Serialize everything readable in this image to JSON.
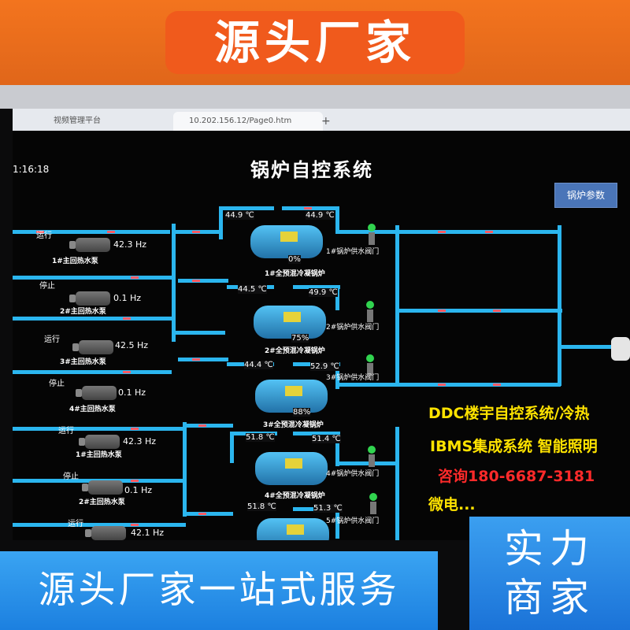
{
  "banner_top": "源头厂家",
  "browser": {
    "tabs": [
      {
        "label": "视频管理平台"
      },
      {
        "label": "10.202.156.12/Page0.htm"
      }
    ]
  },
  "screen": {
    "title": "锅炉自控系统",
    "clock": "1:16:18",
    "param_button": "锅炉参数",
    "pumps": [
      {
        "status": "运行",
        "freq": "42.3 Hz",
        "label": "1#主回热水泵"
      },
      {
        "status": "停止",
        "freq": "0.1 Hz",
        "label": "2#主回热水泵"
      },
      {
        "status": "运行",
        "freq": "42.5 Hz",
        "label": "3#主回热水泵"
      },
      {
        "status": "停止",
        "freq": "0.1 Hz",
        "label": "4#主回热水泵"
      },
      {
        "status": "运行",
        "freq": "42.3 Hz",
        "label": "1#主回热水泵"
      },
      {
        "status": "停止",
        "freq": "0.1 Hz",
        "label": "2#主回热水泵"
      },
      {
        "status": "运行",
        "freq": "42.1 Hz",
        "label": ""
      }
    ],
    "boilers": [
      {
        "in": "44.9 ℃",
        "out": "44.9 ℃",
        "label": "1#全预混冷凝锅炉",
        "valve": "1#锅炉供水阀门",
        "reading": "0%"
      },
      {
        "in": "44.5 ℃",
        "out": "49.9 ℃",
        "label": "2#全预混冷凝锅炉",
        "valve": "2#锅炉供水阀门",
        "reading": "75%"
      },
      {
        "in": "44.4 ℃",
        "out": "52.9 ℃",
        "label": "3#全预混冷凝锅炉",
        "valve": "3#锅炉供水阀门",
        "reading": "88%"
      },
      {
        "in": "51.8 ℃",
        "out": "51.4 ℃",
        "label": "4#全预混冷凝锅炉",
        "valve": "4#锅炉供水阀门",
        "reading": ""
      },
      {
        "in": "51.8 ℃",
        "out": "51.3 ℃",
        "label": "",
        "valve": "5#锅炉供水阀门",
        "reading": ""
      }
    ],
    "ad": {
      "line1": "DDC楼宇自控系统/冷热",
      "line2": "IBMS集成系统  智能照明",
      "line3": "咨询180-6687-3181",
      "line4": "微电..."
    }
  },
  "banner_bottom_left": "源头厂家一站式服务",
  "banner_bottom_right": {
    "line1": "实力",
    "line2": "商家"
  }
}
